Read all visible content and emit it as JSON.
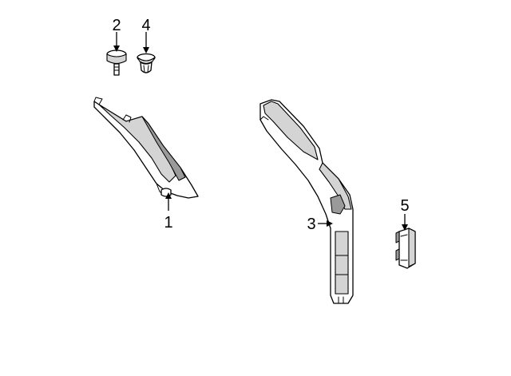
{
  "diagram": {
    "callouts": [
      {
        "id": "part-1",
        "label": "1"
      },
      {
        "id": "part-2",
        "label": "2"
      },
      {
        "id": "part-3",
        "label": "3"
      },
      {
        "id": "part-4",
        "label": "4"
      },
      {
        "id": "part-5",
        "label": "5"
      }
    ]
  }
}
